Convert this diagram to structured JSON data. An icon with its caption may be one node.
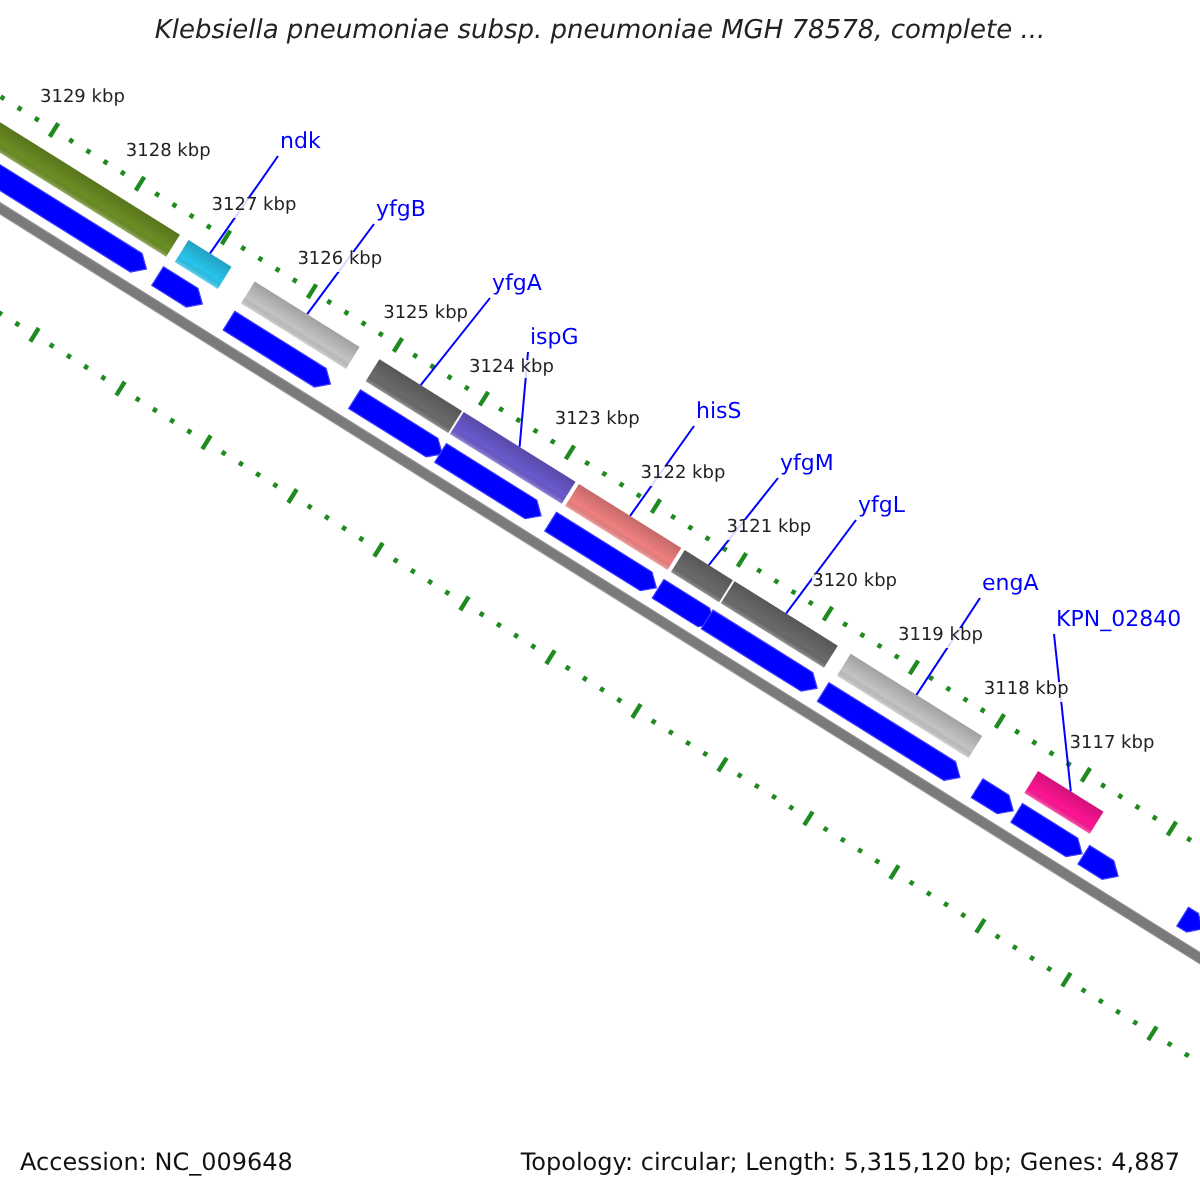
{
  "diagram": {
    "title": "Klebsiella pneumoniae subsp. pneumoniae MGH 78578, complete ...",
    "nodes": [
      {
        "text": [
          "ndk"
        ]
      },
      {
        "text": [
          "yfgB"
        ]
      },
      {
        "text": [
          "yfgA"
        ]
      },
      {
        "text": [
          "ispG"
        ]
      },
      {
        "text": [
          "hisS"
        ]
      },
      {
        "text": [
          "yfgM"
        ]
      },
      {
        "text": [
          "yfgL"
        ]
      },
      {
        "text": [
          "engA"
        ]
      },
      {
        "text": [
          "KPN_02840"
        ]
      },
      {
        "text": [],
        "shape": "bar"
      },
      {
        "text": [],
        "shape": "bar"
      },
      {
        "text": [],
        "shape": "bar"
      },
      {
        "text": [],
        "shape": "bar"
      },
      {
        "text": [],
        "shape": "bar"
      },
      {
        "text": [],
        "shape": "bar"
      },
      {
        "text": [],
        "shape": "bar"
      },
      {
        "text": [],
        "shape": "bar"
      },
      {
        "text": [],
        "shape": "bar"
      },
      {
        "text": [],
        "shape": "bar"
      },
      {
        "text": [],
        "shape": "pentagon"
      },
      {
        "text": [],
        "shape": "pentagon"
      },
      {
        "text": [],
        "shape": "pentagon"
      },
      {
        "text": [],
        "shape": "pentagon"
      },
      {
        "text": [],
        "shape": "pentagon"
      },
      {
        "text": [],
        "shape": "pentagon"
      },
      {
        "text": [],
        "shape": "pentagon"
      },
      {
        "text": [],
        "shape": "pentagon"
      },
      {
        "text": [],
        "shape": "pentagon"
      },
      {
        "text": [],
        "shape": "pentagon"
      },
      {
        "text": [],
        "shape": "pentagon"
      },
      {
        "text": [],
        "shape": "pentagon"
      },
      {
        "text": [],
        "shape": "pentagon"
      }
    ],
    "edges": [
      {
        "from": 0,
        "to": 9,
        "arrow": "none"
      },
      {
        "from": 1,
        "to": 10,
        "arrow": "none"
      },
      {
        "from": 2,
        "to": 11,
        "arrow": "none"
      },
      {
        "from": 3,
        "to": 12,
        "arrow": "none"
      },
      {
        "from": 4,
        "to": 13,
        "arrow": "none"
      },
      {
        "from": 5,
        "to": 14,
        "arrow": "none"
      },
      {
        "from": 6,
        "to": 15,
        "arrow": "none"
      },
      {
        "from": 7,
        "to": 16,
        "arrow": "none"
      },
      {
        "from": 8,
        "to": 17,
        "arrow": "none"
      }
    ],
    "labels": [
      "3129 kbp",
      "3128 kbp",
      "3127 kbp",
      "3126 kbp",
      "3125 kbp",
      "3124 kbp",
      "3123 kbp",
      "3122 kbp",
      "3121 kbp",
      "3120 kbp",
      "3119 kbp",
      "3118 kbp",
      "3117 kbp",
      "Accession: NC_009648",
      "Topology: circular; Length: 5,315,120 bp; Genes: 4,887"
    ]
  }
}
